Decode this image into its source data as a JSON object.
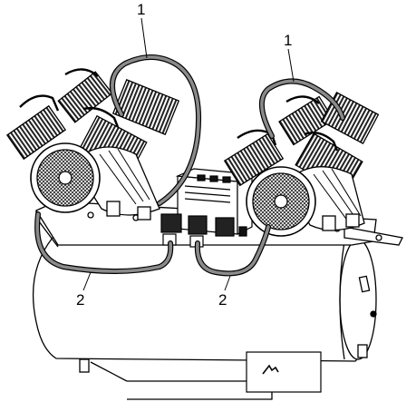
{
  "callouts": {
    "hose_top_left": "1",
    "hose_top_right": "1",
    "hose_bottom_left": "2",
    "hose_bottom_right": "2"
  },
  "colors": {
    "line": "#000000",
    "hose": "#8a8a8a",
    "fill": "#ffffff",
    "dark": "#1a1a1a"
  }
}
